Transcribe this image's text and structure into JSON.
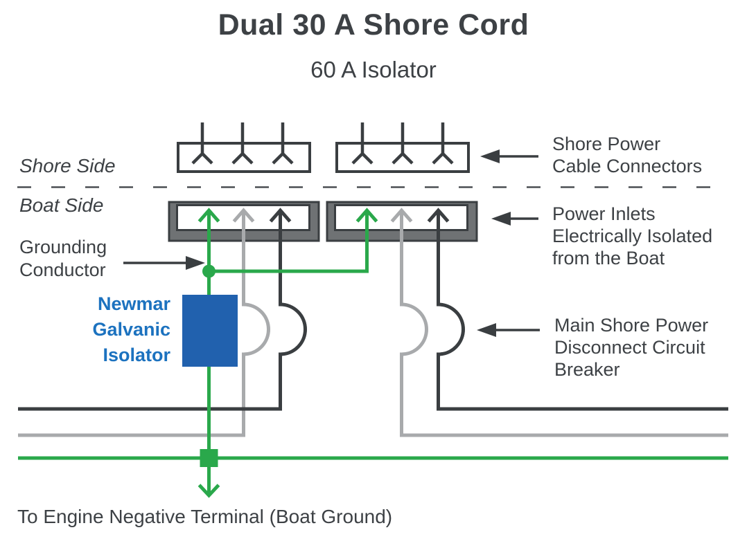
{
  "title": "Dual 30 A Shore Cord",
  "subtitle": "60 A Isolator",
  "labels": {
    "shore_side": "Shore Side",
    "boat_side": "Boat Side",
    "grounding_conductor": [
      "Grounding",
      "Conductor"
    ],
    "isolator": [
      "Newmar",
      "Galvanic",
      "Isolator"
    ],
    "shore_power_connectors": [
      "Shore Power",
      "Cable Connectors"
    ],
    "power_inlets": [
      "Power Inlets",
      "Electrically Isolated",
      "from the Boat"
    ],
    "main_breaker": [
      "Main Shore Power",
      "Disconnect Circuit",
      "Breaker"
    ],
    "boat_ground": "To Engine Negative Terminal (Boat Ground)"
  },
  "colors": {
    "text_dark": "#3d4145",
    "wire_dark": "#3a3e41",
    "wire_gray": "#a8aaac",
    "wire_green": "#2aa84b",
    "inlet_gray": "#6f7274",
    "isolator_blue": "#2161ae",
    "isolator_text_blue": "#1c72bf",
    "dash_gray": "#4b4f53"
  }
}
